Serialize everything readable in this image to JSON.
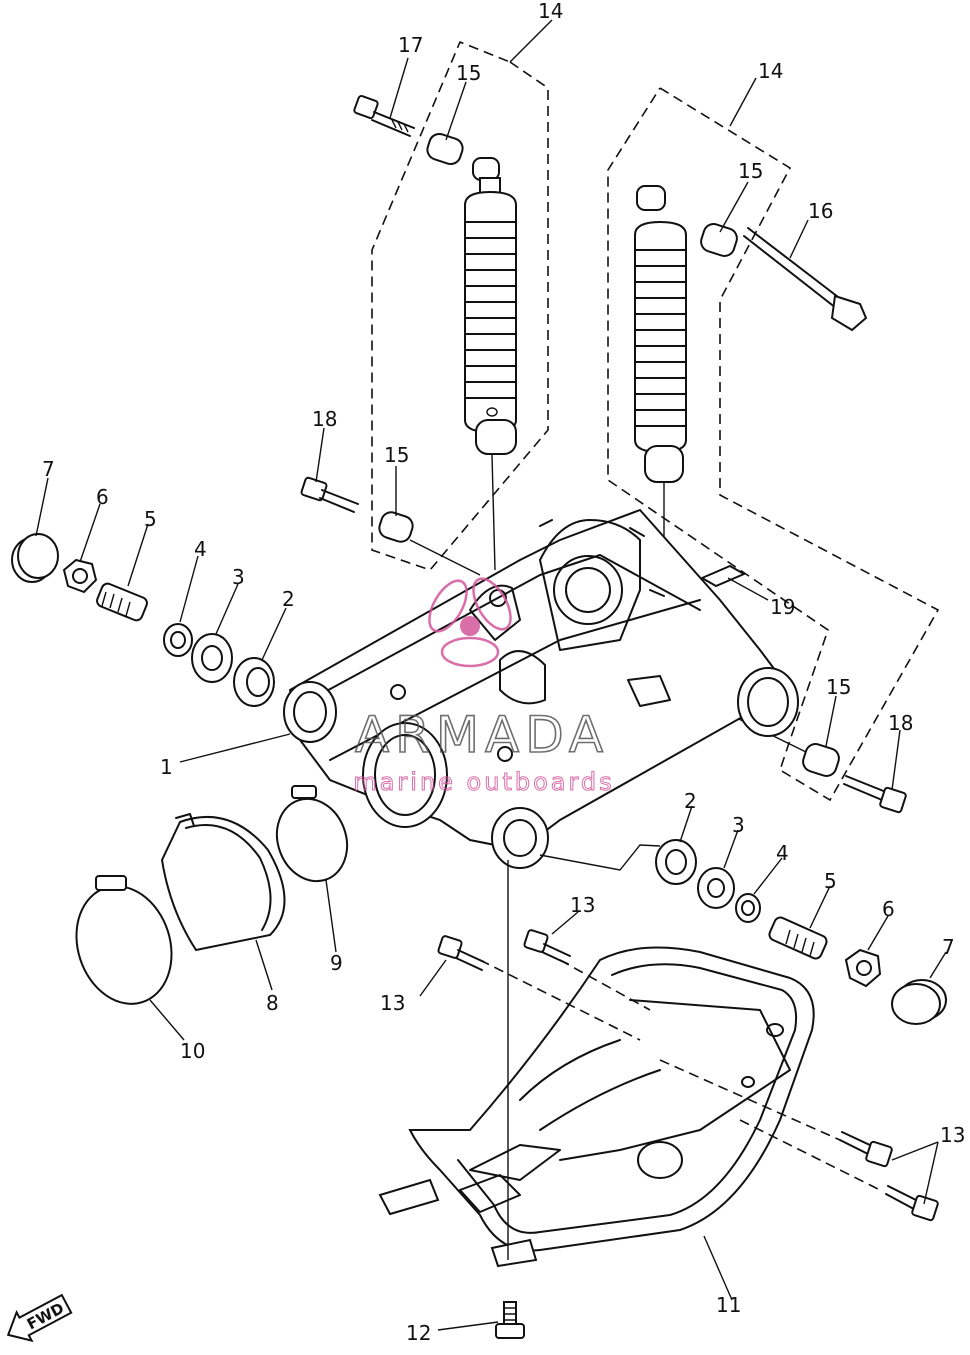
{
  "callouts": {
    "c1": "1",
    "c2a": "2",
    "c2b": "2",
    "c3a": "3",
    "c3b": "3",
    "c4a": "4",
    "c4b": "4",
    "c5a": "5",
    "c5b": "5",
    "c6a": "6",
    "c6b": "6",
    "c7a": "7",
    "c7b": "7",
    "c8": "8",
    "c9": "9",
    "c10": "10",
    "c11": "11",
    "c12": "12",
    "c13a": "13",
    "c13b": "13",
    "c13c": "13",
    "c14a": "14",
    "c14b": "14",
    "c15a": "15",
    "c15b": "15",
    "c15c": "15",
    "c15d": "15",
    "c16": "16",
    "c17": "17",
    "c18a": "18",
    "c18b": "18",
    "c19": "19"
  },
  "watermark": {
    "brand": "ARMADA",
    "tagline": "marine outboards",
    "color": "#d4559b"
  },
  "fwd_label": "FWD"
}
